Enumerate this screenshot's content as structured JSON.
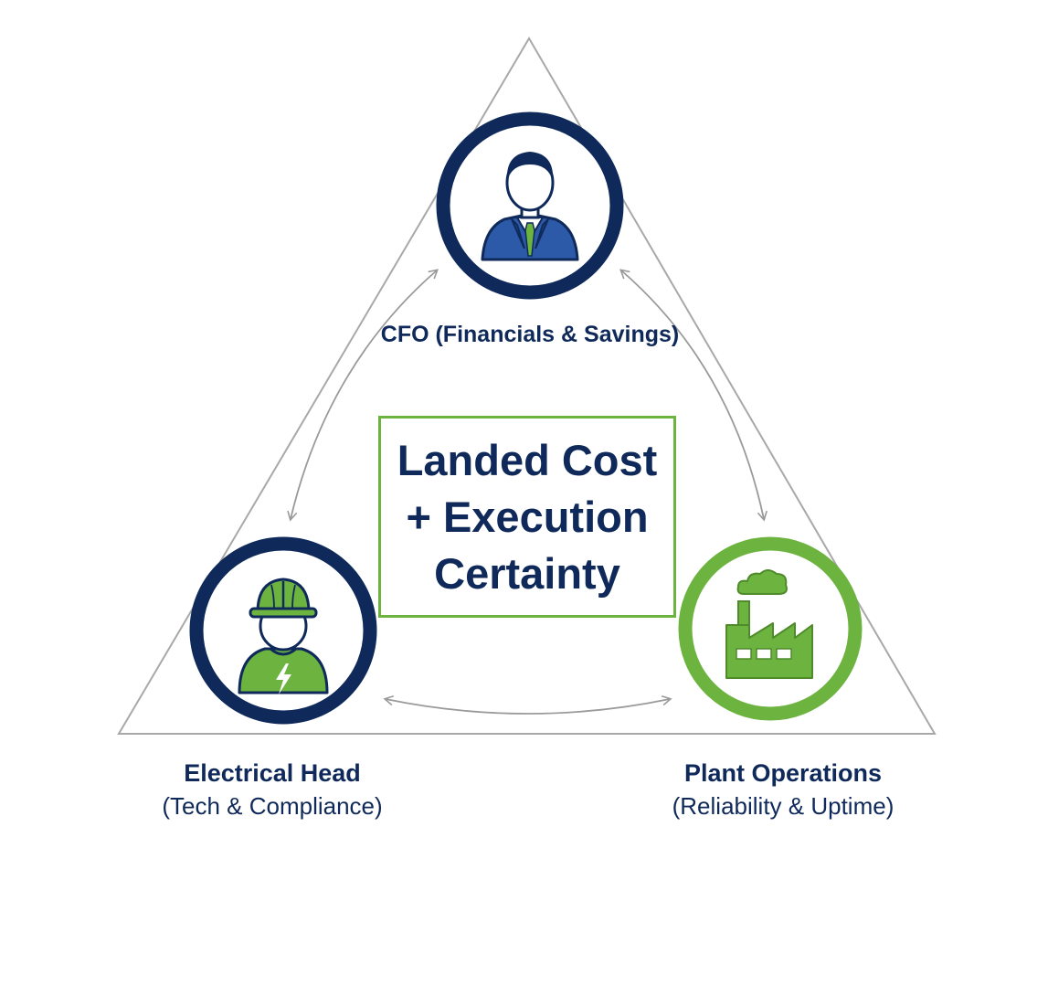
{
  "colors": {
    "navy": "#0f2a5a",
    "green": "#6cb33f",
    "green_dark": "#4f8a2b",
    "suit_blue": "#2d5aa8",
    "triangle_gray": "#a8a8a8",
    "arrow_gray": "#9a9a9a"
  },
  "center": {
    "lines": [
      "Landed Cost",
      "+ Execution",
      "Certainty"
    ]
  },
  "nodes": {
    "cfo": {
      "icon": "businessman-icon",
      "label": "CFO (Financials & Savings)"
    },
    "electrical": {
      "icon": "hardhat-worker-icon",
      "role": "Electrical Head",
      "focus": "(Tech & Compliance)"
    },
    "plant": {
      "icon": "factory-icon",
      "role": "Plant Operations",
      "focus": "(Reliability & Uptime)"
    }
  }
}
